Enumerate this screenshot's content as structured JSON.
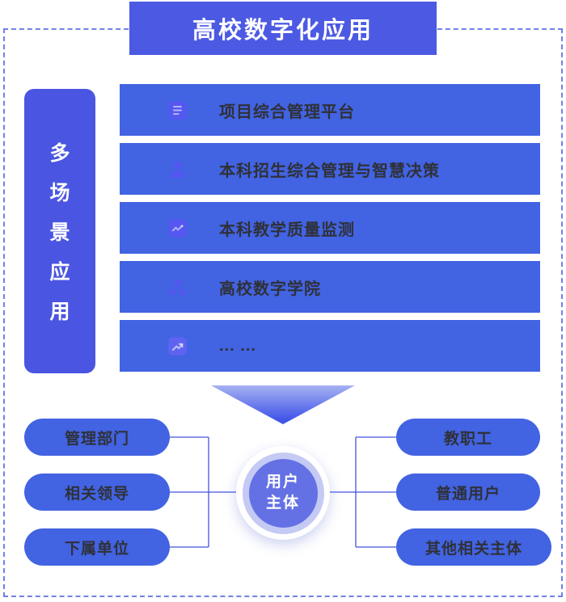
{
  "header": {
    "title": "高校数字化应用"
  },
  "sidebar": {
    "label": "多场景应用",
    "chars": [
      "多",
      "场",
      "景",
      "应",
      "用"
    ]
  },
  "applications": [
    {
      "label": "项目综合管理平台",
      "icon": "document-icon"
    },
    {
      "label": "本科招生综合管理与智慧决策",
      "icon": "person-icon"
    },
    {
      "label": "本科教学质量监测",
      "icon": "monitor-icon"
    },
    {
      "label": "高校数字学院",
      "icon": "cluster-icon"
    },
    {
      "label": "... ...",
      "icon": "trend-icon"
    }
  ],
  "center_circle": {
    "line1": "用户",
    "line2": "主体"
  },
  "left_pills": [
    {
      "label": "管理部门"
    },
    {
      "label": "相关领导"
    },
    {
      "label": "下属单位"
    }
  ],
  "right_pills": [
    {
      "label": "教职工"
    },
    {
      "label": "普通用户"
    },
    {
      "label": "其他相关主体"
    }
  ],
  "colors": {
    "header_bg": "#4c59e3",
    "sidebar_bg": "#4a55e2",
    "row_bg": "#4263e2",
    "pill_bg": "#4263e2",
    "icon_accent": "#5558f0",
    "row_text": "#2f3138",
    "circle_inner": "#6471e4",
    "circle_ring": "#c4caf3",
    "connector": "#4355dd",
    "dashed_border": "#7280e8",
    "arrow_gradient_top": "#8c9bee",
    "arrow_gradient_bottom": "#4255e8"
  }
}
